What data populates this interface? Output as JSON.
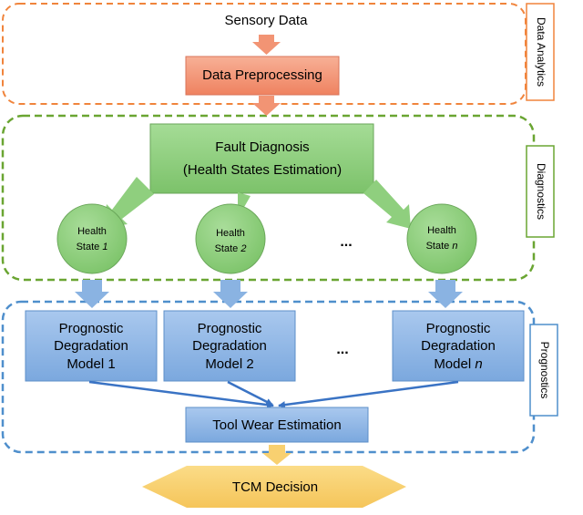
{
  "input": {
    "label": "Sensory Data"
  },
  "sections": {
    "analytics": "Data Analytics",
    "diagnostics": "Diagnostics",
    "prognostics": "Prognostics"
  },
  "preprocessing": {
    "label": "Data Preprocessing"
  },
  "fault_diagnosis": {
    "line1": "Fault Diagnosis",
    "line2": "(Health States Estimation)"
  },
  "health_states": [
    {
      "line1": "Health",
      "line2_prefix": "State ",
      "index": "1"
    },
    {
      "line1": "Health",
      "line2_prefix": "State ",
      "index": "2"
    },
    {
      "line1": "Health",
      "line2_prefix": "State ",
      "index": "n"
    }
  ],
  "models": [
    {
      "line1": "Prognostic",
      "line2": "Degradation",
      "line3_prefix": "Model ",
      "index": "1"
    },
    {
      "line1": "Prognostic",
      "line2": "Degradation",
      "line3_prefix": "Model ",
      "index": "2"
    },
    {
      "line1": "Prognostic",
      "line2": "Degradation",
      "line3_prefix": "Model ",
      "index": "n"
    }
  ],
  "ellipsis": "...",
  "estimation": {
    "label": "Tool Wear Estimation"
  },
  "decision": {
    "label": "TCM Decision"
  },
  "colors": {
    "analytics": "#f0843c",
    "diagnostics": "#6aa532",
    "prognostics": "#4f8fcc",
    "salmon": "#f29474",
    "green": "#8fcf7e",
    "blue": "#8ab3e2",
    "gold": "#f8d070"
  }
}
